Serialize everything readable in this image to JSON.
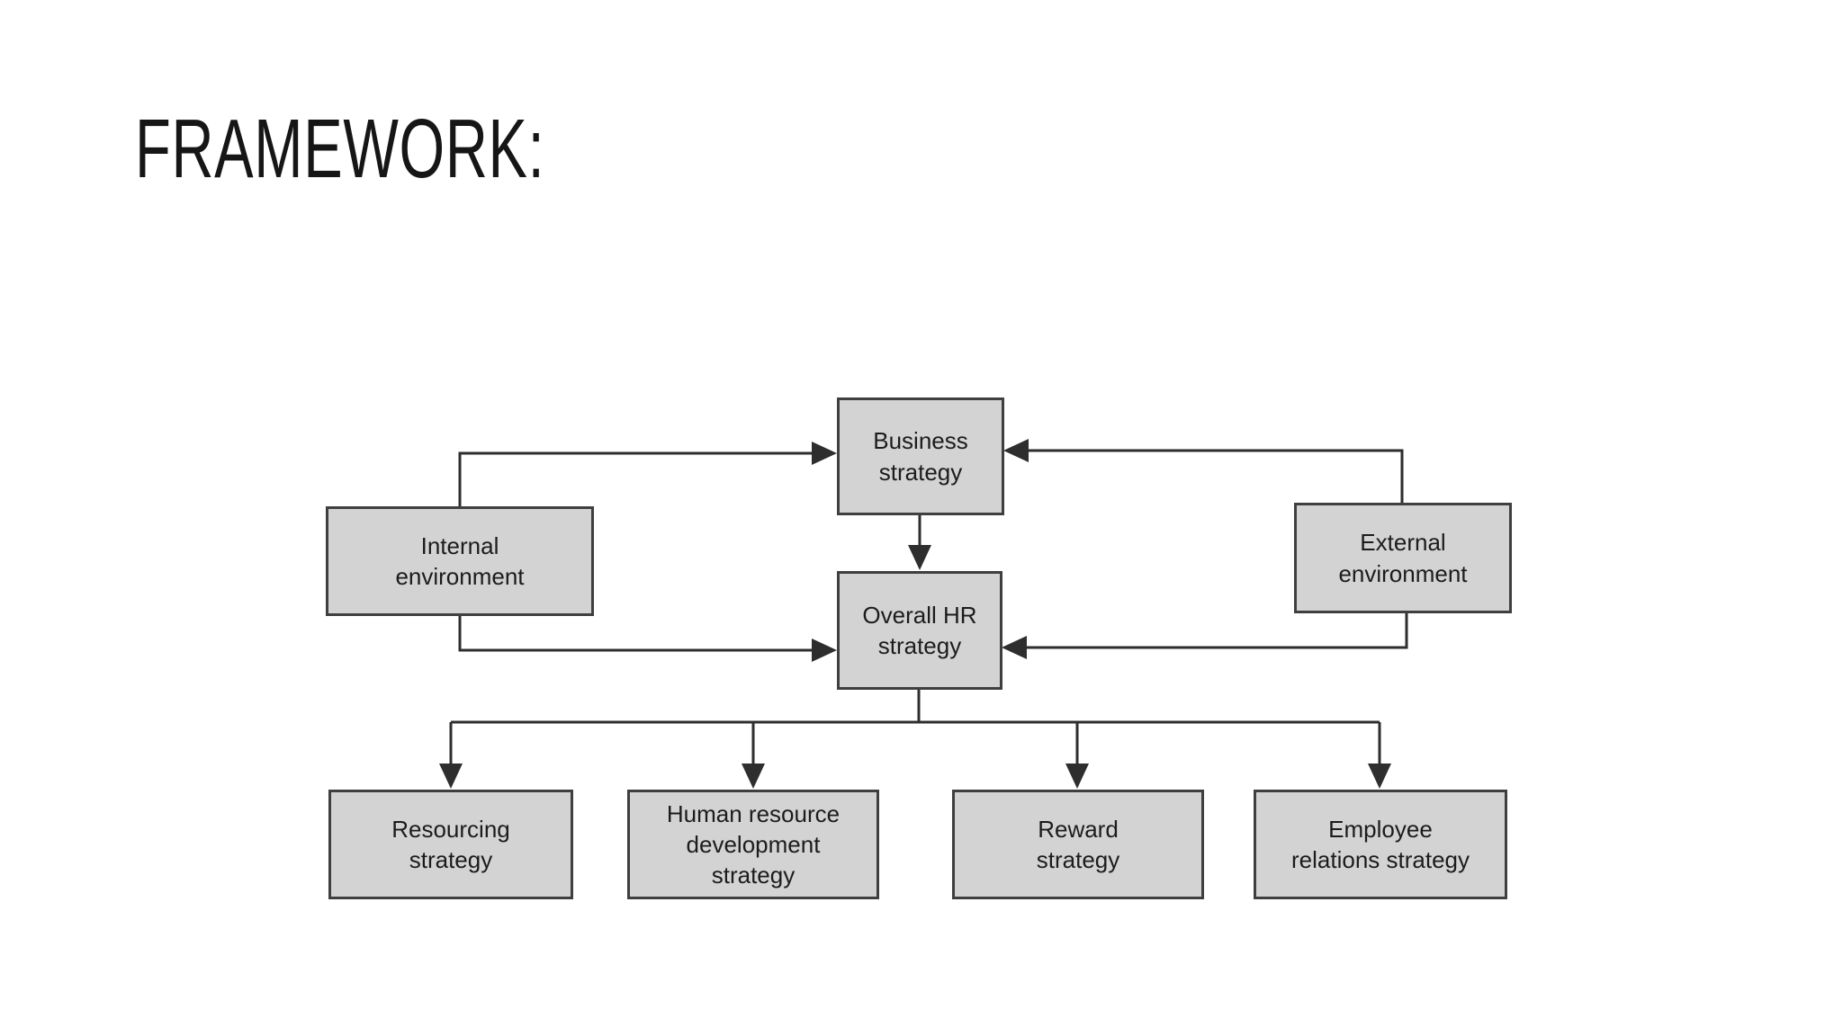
{
  "title": "FRAMEWORK:",
  "diagram": {
    "nodes": [
      {
        "id": "business-strategy",
        "label": "Business\nstrategy"
      },
      {
        "id": "internal-environment",
        "label": "Internal\nenvironment"
      },
      {
        "id": "external-environment",
        "label": "External\nenvironment"
      },
      {
        "id": "overall-hr-strategy",
        "label": "Overall HR\nstrategy"
      },
      {
        "id": "resourcing-strategy",
        "label": "Resourcing\nstrategy"
      },
      {
        "id": "hr-development-strategy",
        "label": "Human resource\ndevelopment\nstrategy"
      },
      {
        "id": "reward-strategy",
        "label": "Reward\nstrategy"
      },
      {
        "id": "employee-relations-strategy",
        "label": "Employee\nrelations strategy"
      }
    ],
    "edges": [
      {
        "from": "internal-environment",
        "to": "business-strategy"
      },
      {
        "from": "internal-environment",
        "to": "overall-hr-strategy"
      },
      {
        "from": "external-environment",
        "to": "business-strategy"
      },
      {
        "from": "external-environment",
        "to": "overall-hr-strategy"
      },
      {
        "from": "business-strategy",
        "to": "overall-hr-strategy"
      },
      {
        "from": "overall-hr-strategy",
        "to": "resourcing-strategy"
      },
      {
        "from": "overall-hr-strategy",
        "to": "hr-development-strategy"
      },
      {
        "from": "overall-hr-strategy",
        "to": "reward-strategy"
      },
      {
        "from": "overall-hr-strategy",
        "to": "employee-relations-strategy"
      }
    ],
    "colors": {
      "box_fill": "#d3d3d3",
      "box_border": "#3f3f3f",
      "line": "#2e2e2e",
      "text": "#1c1c1c"
    }
  }
}
